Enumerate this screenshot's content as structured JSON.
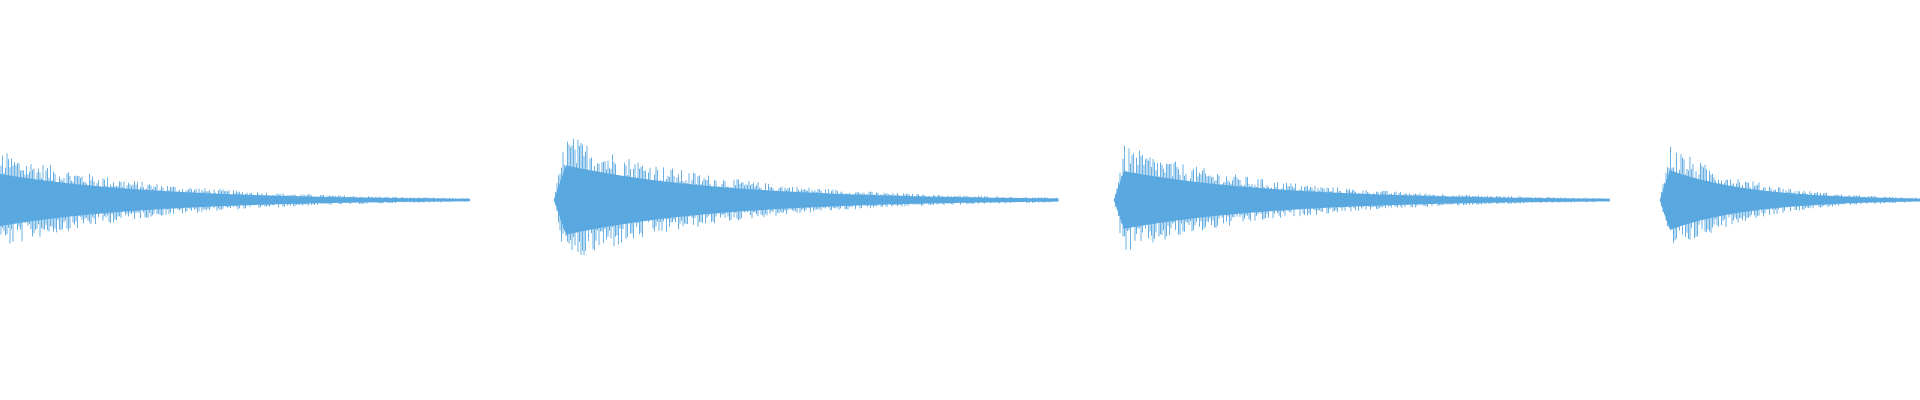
{
  "waveform": {
    "color": "#5aa8e0",
    "bursts": [
      {
        "peak_amplitude": 0.62,
        "decay": "exponential"
      },
      {
        "peak_amplitude": 0.78,
        "decay": "exponential"
      },
      {
        "peak_amplitude": 0.64,
        "decay": "exponential"
      },
      {
        "peak_amplitude": 0.7,
        "decay": "exponential"
      }
    ]
  }
}
